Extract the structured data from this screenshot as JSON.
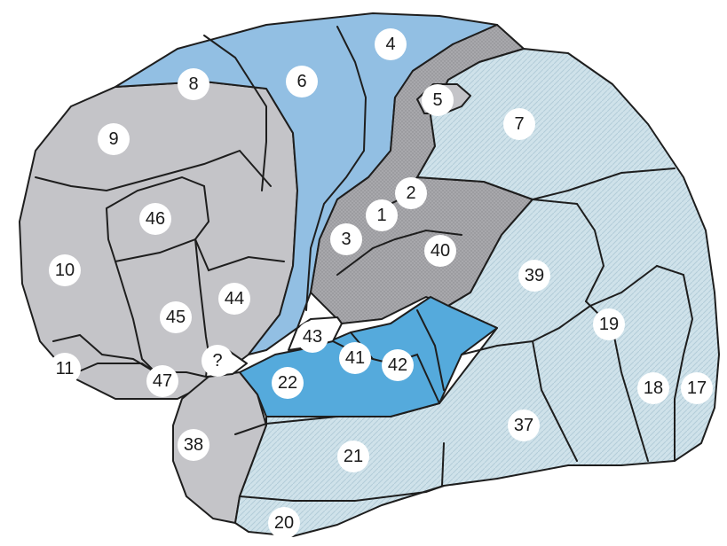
{
  "colors": {
    "frontal_gray": "#c4c4c8",
    "motor_blue": "#92bfe3",
    "somatosensory_dark": "#a8a8ac",
    "auditory_blue": "#55aadc",
    "association_light": "#cfe2ea",
    "outline": "#1e1e1e"
  },
  "areas": {
    "a1": "1",
    "a2": "2",
    "a3": "3",
    "a4": "4",
    "a5": "5",
    "a6": "6",
    "a7": "7",
    "a8": "8",
    "a9": "9",
    "a10": "10",
    "a11": "11",
    "a17": "17",
    "a18": "18",
    "a19": "19",
    "a20": "20",
    "a21": "21",
    "a22": "22",
    "a37": "37",
    "a38": "38",
    "a39": "39",
    "a40": "40",
    "a41": "41",
    "a42": "42",
    "a43": "43",
    "a44": "44",
    "a45": "45",
    "a46": "46",
    "a47": "47",
    "unknown": "?"
  }
}
